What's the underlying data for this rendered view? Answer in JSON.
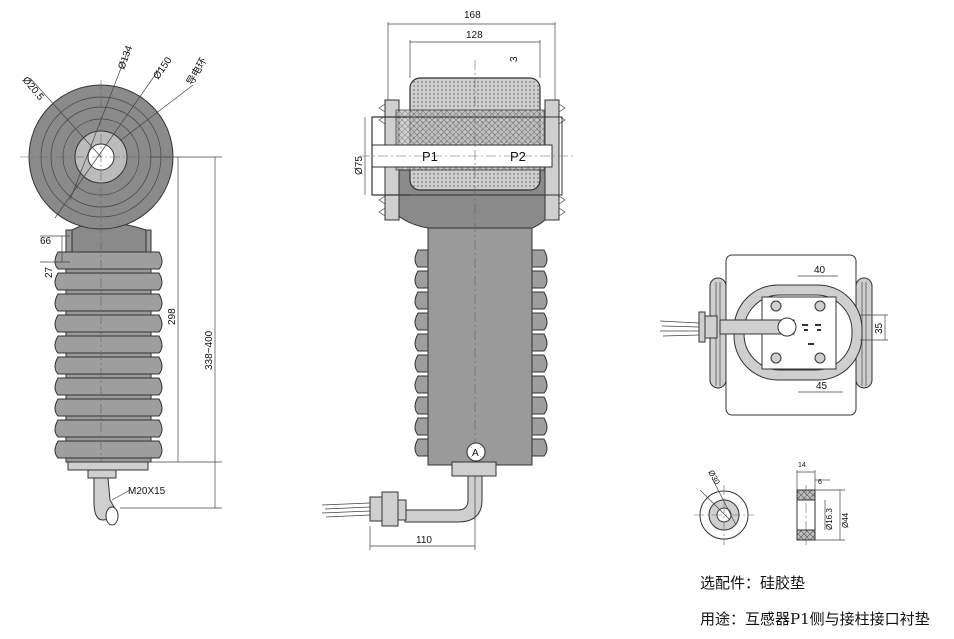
{
  "dimensions": {
    "d20_5": "Ø20.5",
    "d134": "Ø134",
    "d150": "Ø150",
    "d66": "66",
    "d27": "27",
    "d298": "298",
    "d338_400": "338~400",
    "m20": "M20X15",
    "d168": "168",
    "d128": "128",
    "d3": "3",
    "d75": "Ø75",
    "d110": "110",
    "d40": "40",
    "d35": "35",
    "d45": "45",
    "d14": "14",
    "d6": "6",
    "d44": "Ø44",
    "d16_3": "Ø16.3",
    "d30": "Ø30"
  },
  "labels": {
    "ring": "导电环",
    "p1": "P1",
    "p2": "P2",
    "detail_a": "A",
    "accessory": "选配件：硅胶垫",
    "usage": "用途：互感器P1侧与接柱接口衬垫"
  }
}
